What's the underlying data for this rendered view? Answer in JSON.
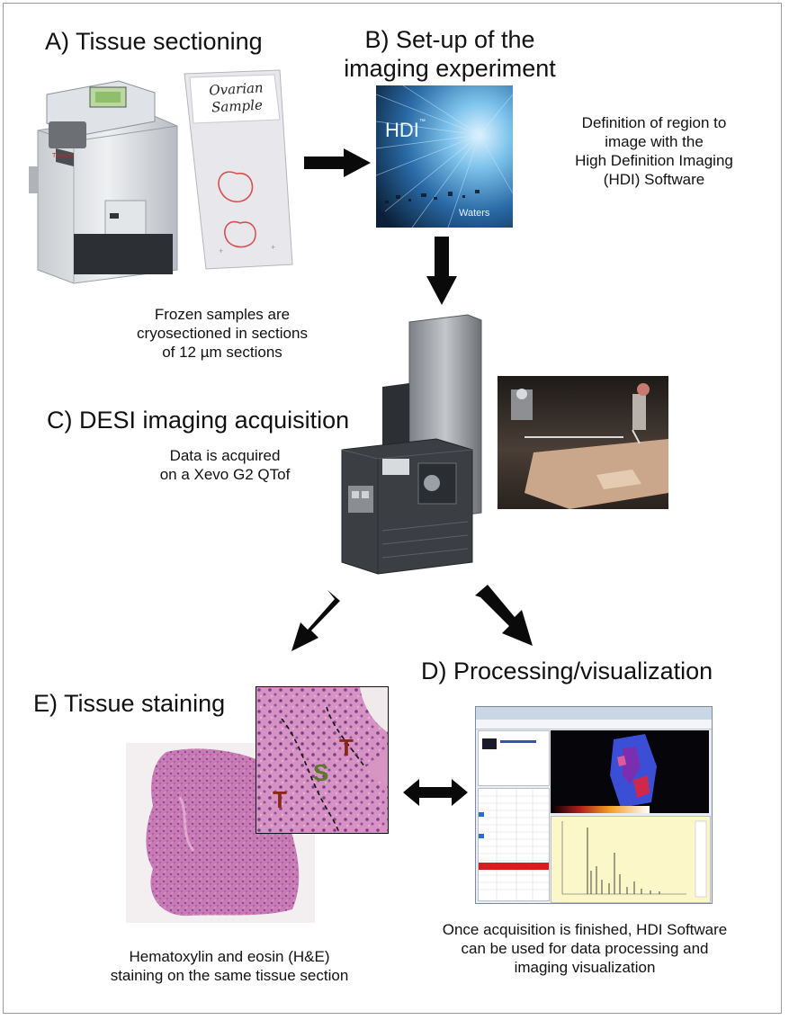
{
  "sections": {
    "a": {
      "title": "A) Tissue sectioning",
      "slide_label_line1": "Ovarian",
      "slide_label_line2": "Sample",
      "caption": [
        "Frozen samples are",
        "cryosectioned in sections",
        "of 12 µm sections"
      ]
    },
    "b": {
      "title_line1": "B) Set-up of the",
      "title_line2": "imaging experiment",
      "cover_logo": "HDI",
      "cover_logo_tm": "™",
      "cover_brand": "Waters",
      "caption": [
        "Definition of region to",
        "image with the",
        "High Definition Imaging",
        "(HDI) Software"
      ]
    },
    "c": {
      "title": "C) DESI imaging acquisition",
      "caption": [
        "Data is acquired",
        "on a Xevo G2 QTof"
      ]
    },
    "d": {
      "title": "D) Processing/visualization",
      "caption": [
        "Once acquisition is finished, HDI Software",
        "can be used for data processing and",
        "imaging visualization"
      ]
    },
    "e": {
      "title": "E) Tissue staining",
      "region_labels": [
        "T",
        "S",
        "T"
      ],
      "caption": [
        "Hematoxylin and eosin (H&E)",
        "staining on the same tissue section"
      ]
    }
  },
  "colors": {
    "arrow": "#0a0a0a",
    "tissue": "#c57ab0",
    "tumor_label": "#8a2818",
    "stroma_label": "#5a7a2a",
    "heatmap_blue": "#3b4fd6"
  }
}
